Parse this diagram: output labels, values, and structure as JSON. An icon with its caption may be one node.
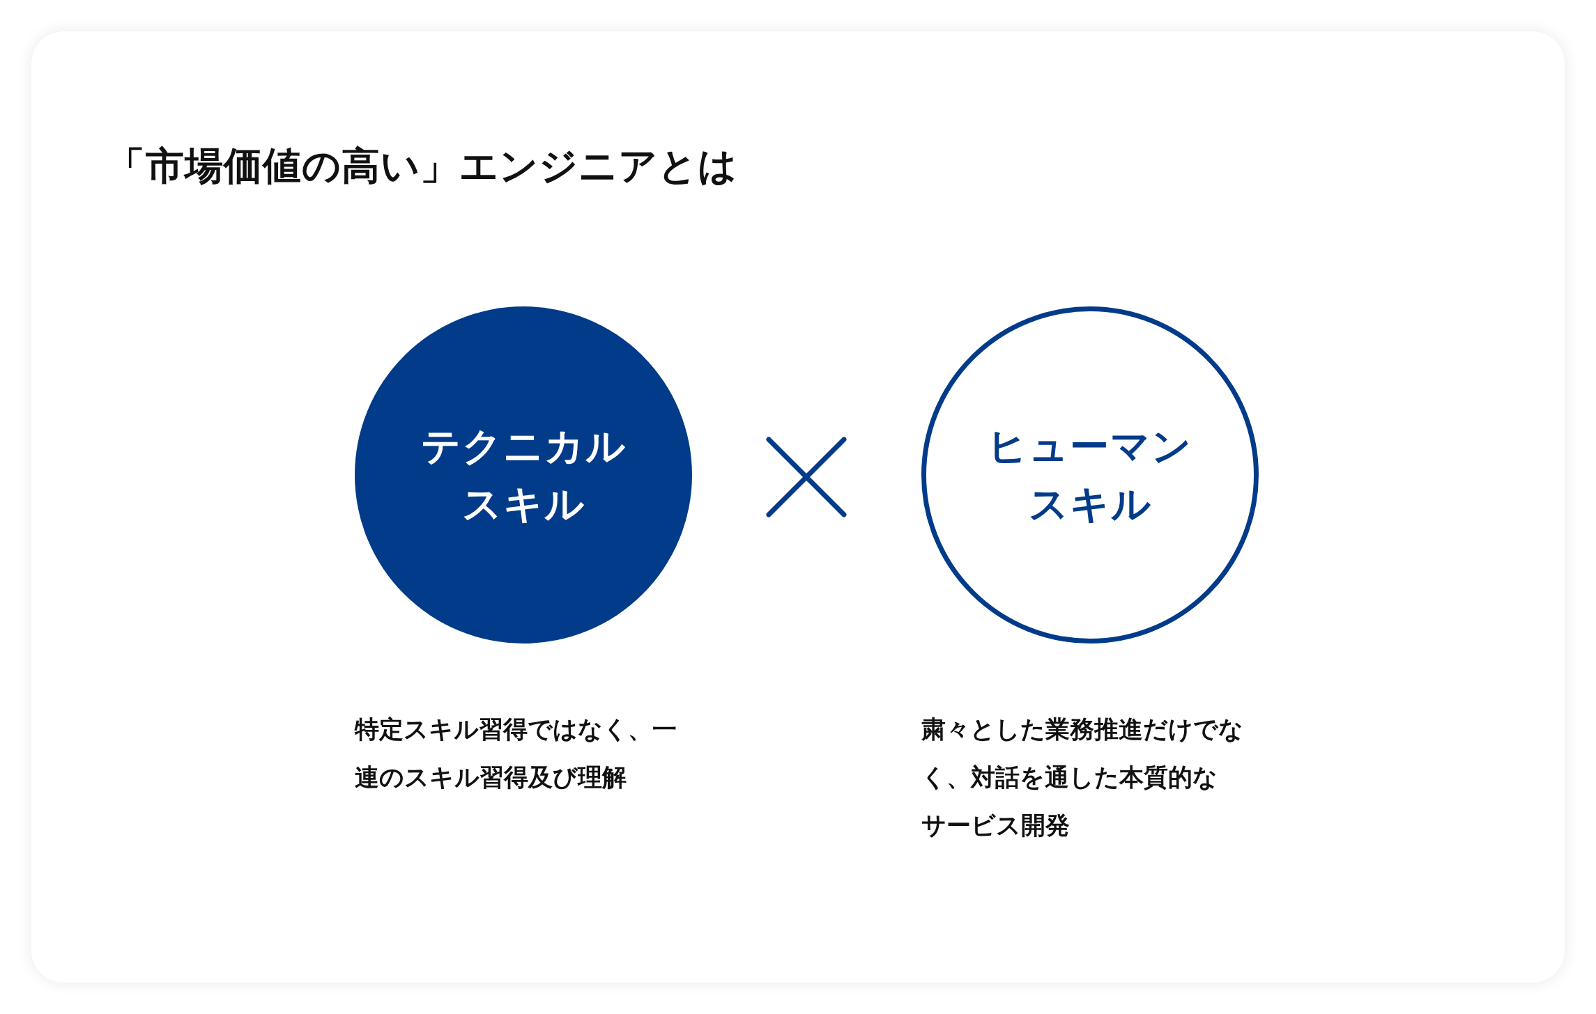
{
  "diagram": {
    "title": "「市場価値の高い」エンジニアとは",
    "nodes": [
      {
        "text": [
          "テクニカルスキル"
        ],
        "beside": [
          "特定スキル習得ではなく、一連のスキル習得及び理解"
        ]
      },
      {
        "text": [
          "ヒューマンスキル"
        ],
        "beside": [
          "粛々とした業務推進だけでなく、対話を通した本質的なサービス開発"
        ]
      }
    ]
  }
}
